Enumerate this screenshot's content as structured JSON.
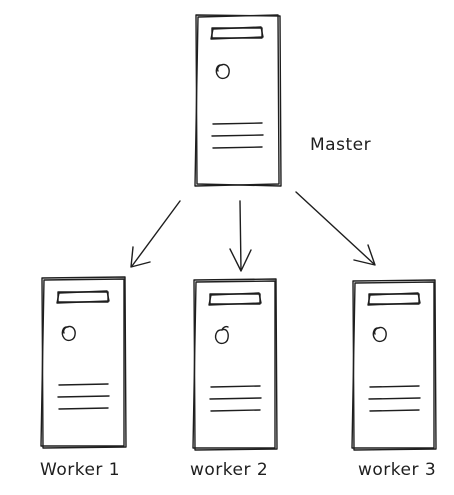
{
  "diagram": {
    "nodes": [
      {
        "id": "master",
        "label": "Master",
        "icon": "server-tower-icon"
      },
      {
        "id": "worker1",
        "label": "Worker 1",
        "icon": "server-tower-icon"
      },
      {
        "id": "worker2",
        "label": "worker 2",
        "icon": "server-tower-icon"
      },
      {
        "id": "worker3",
        "label": "worker 3",
        "icon": "server-tower-icon"
      }
    ],
    "edges": [
      {
        "from": "master",
        "to": "worker1"
      },
      {
        "from": "master",
        "to": "worker2"
      },
      {
        "from": "master",
        "to": "worker3"
      }
    ],
    "style": {
      "ink_color": "#1e1e1e",
      "background": "#ffffff",
      "look": "hand-drawn sketch"
    }
  }
}
